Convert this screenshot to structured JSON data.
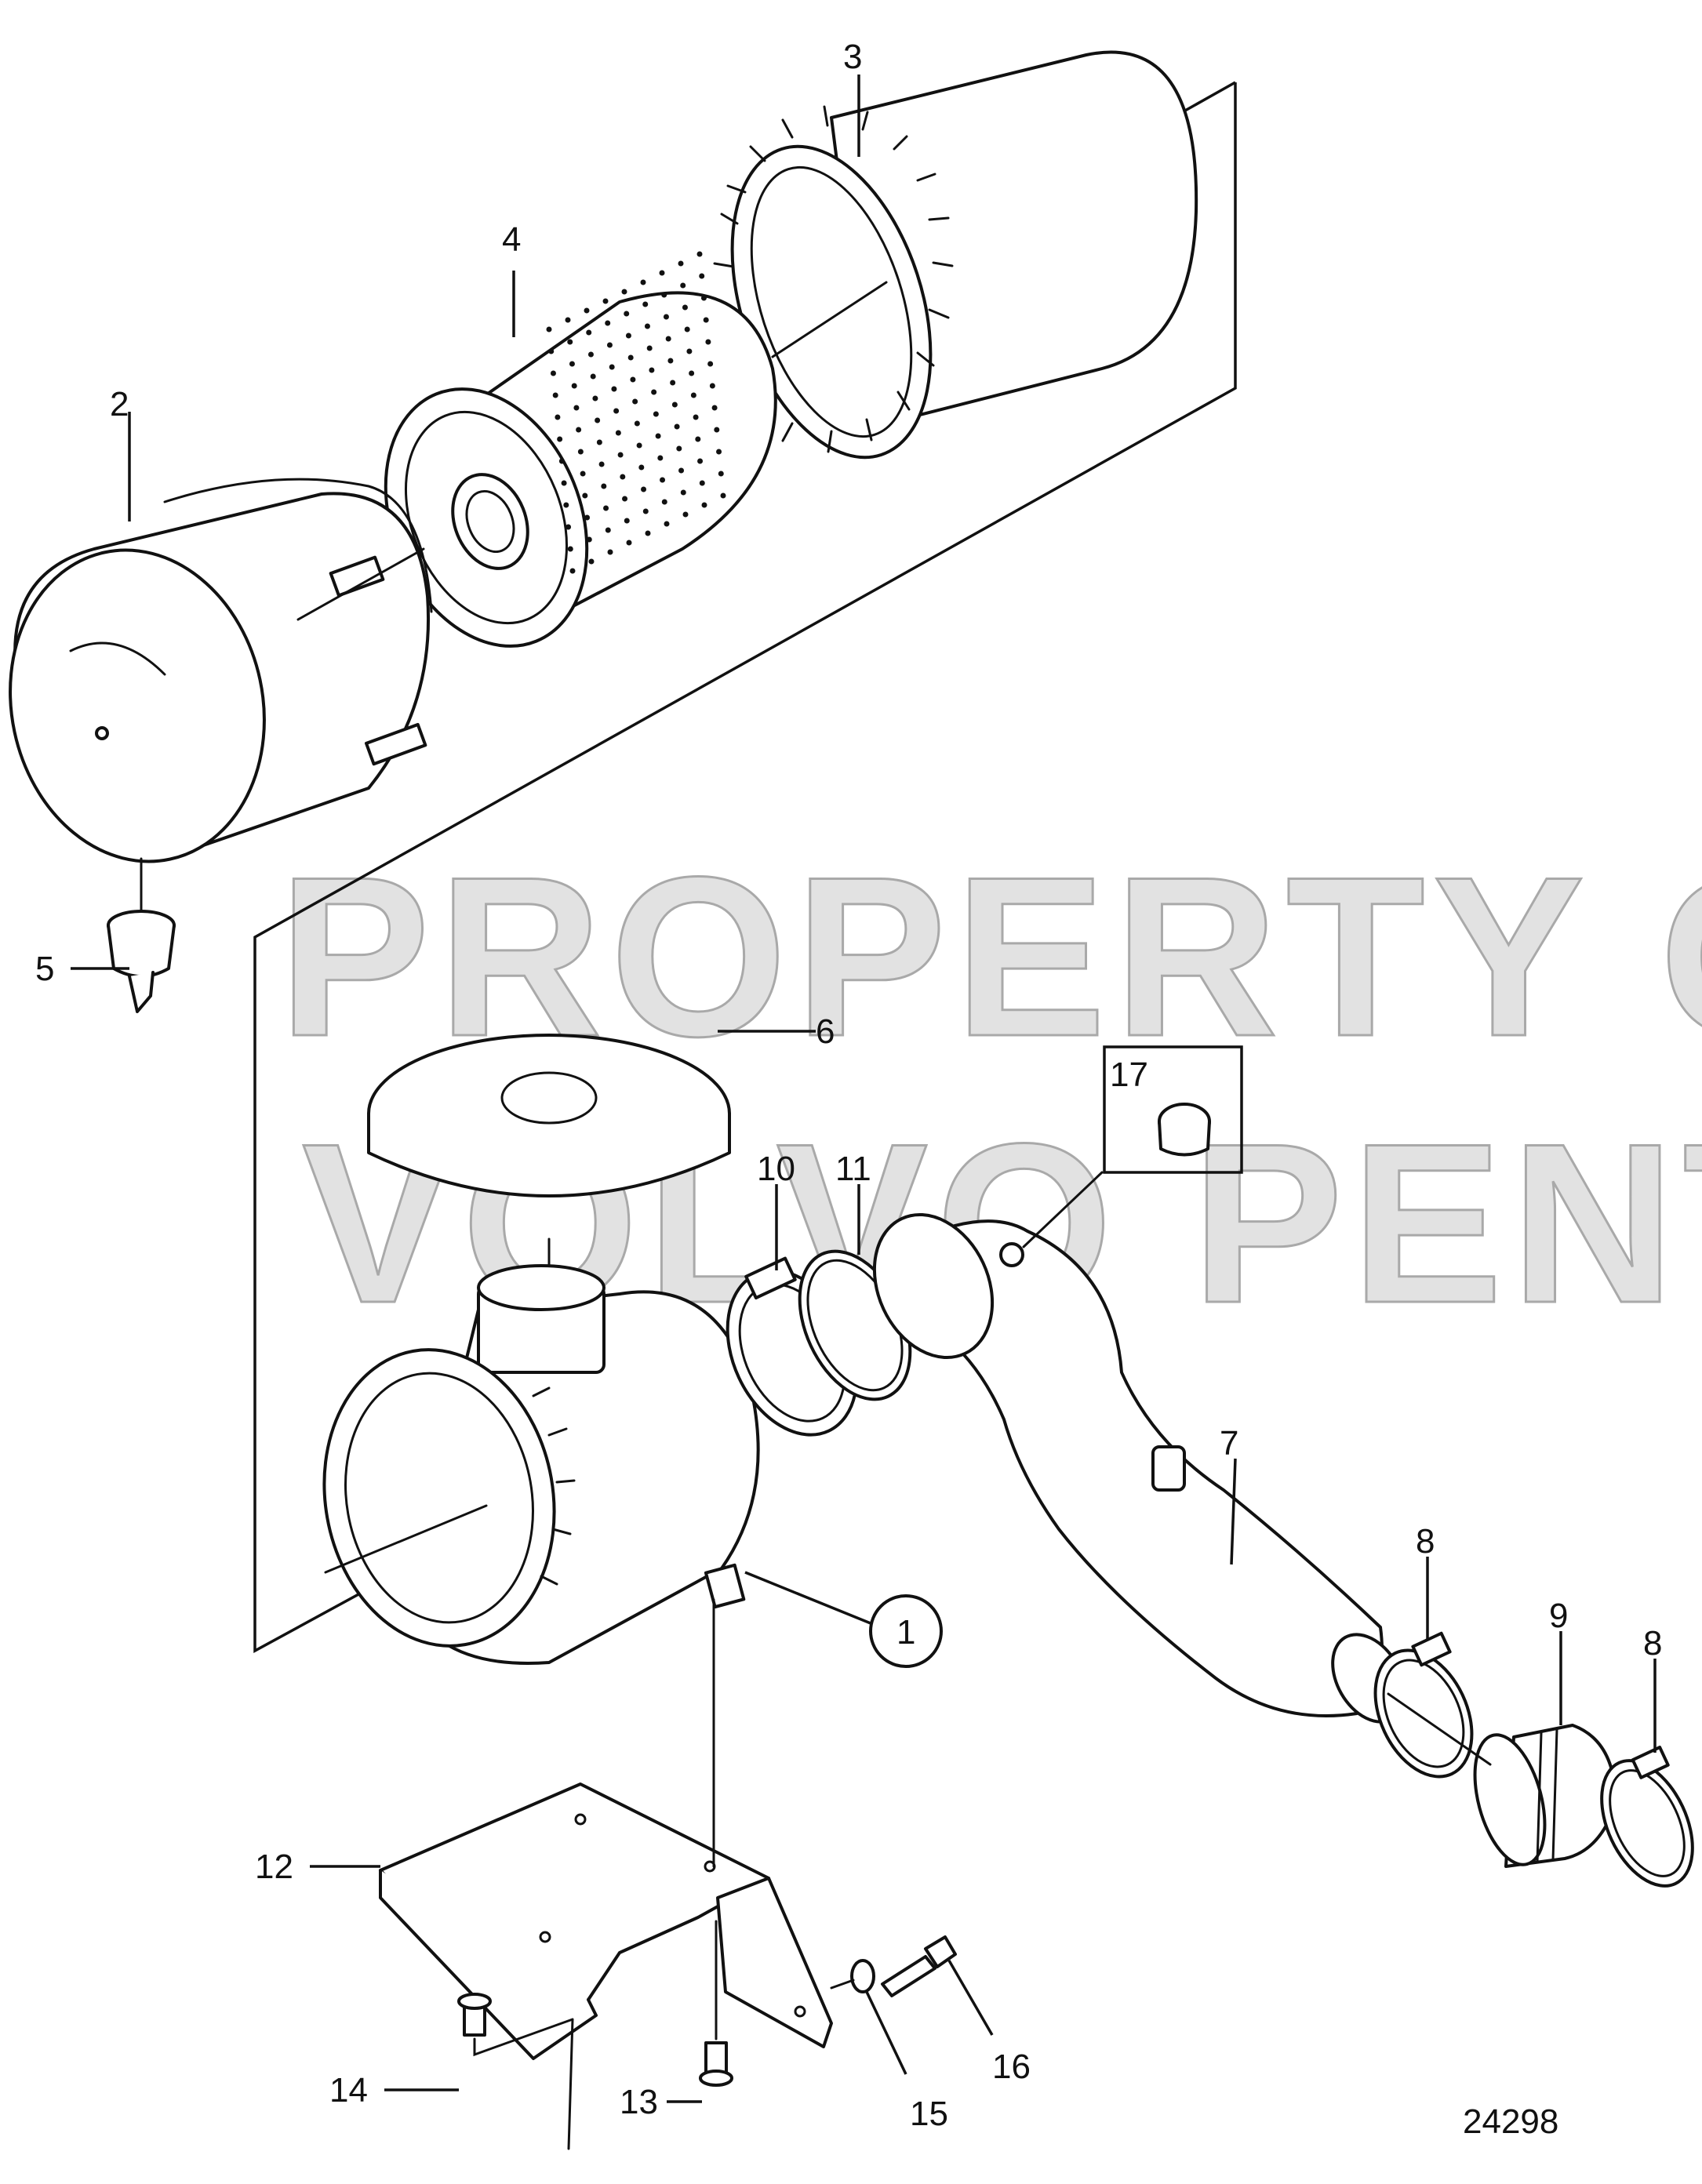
{
  "figure_number": "24298",
  "watermark": {
    "line1": "PROPERTY OF",
    "line2": "VOLVO PENTA"
  },
  "callouts": {
    "c1": "1",
    "c2": "2",
    "c3": "3",
    "c4": "4",
    "c5": "5",
    "c6": "6",
    "c7": "7",
    "c8a": "8",
    "c8b": "8",
    "c9": "9",
    "c10": "10",
    "c11": "11",
    "c12": "12",
    "c13": "13",
    "c14": "14",
    "c15": "15",
    "c16": "16",
    "c17": "17"
  }
}
